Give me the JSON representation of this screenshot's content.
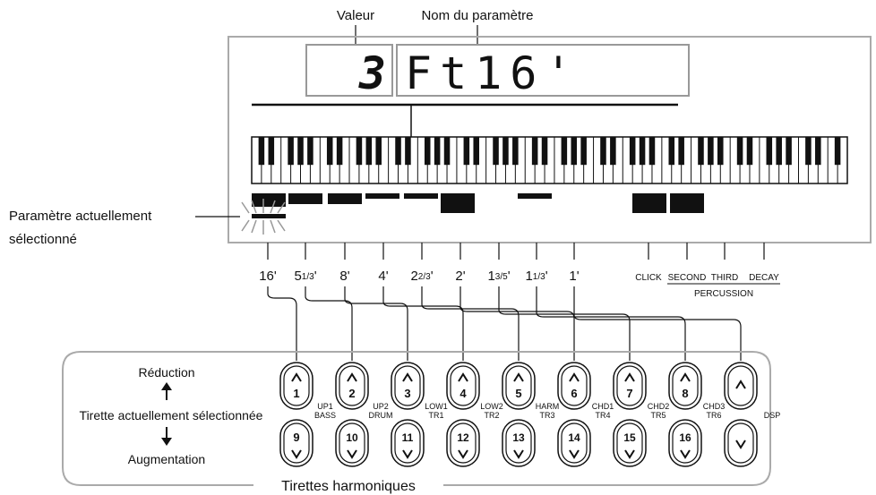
{
  "callouts": {
    "value": "Valeur",
    "param_name": "Nom du paramètre",
    "selected_param_line1": "Paramètre actuellement",
    "selected_param_line2": "sélectionné"
  },
  "display": {
    "value": "3",
    "name": "Ft16'"
  },
  "footages": [
    {
      "base": "16'",
      "sup": "",
      "rest": ""
    },
    {
      "base": "5",
      "sup": "1/3",
      "rest": "'"
    },
    {
      "base": "8'",
      "sup": "",
      "rest": ""
    },
    {
      "base": "4'",
      "sup": "",
      "rest": ""
    },
    {
      "base": "2",
      "sup": "2/3",
      "rest": "'"
    },
    {
      "base": "2'",
      "sup": "",
      "rest": ""
    },
    {
      "base": "1",
      "sup": "3/5",
      "rest": "'"
    },
    {
      "base": "1",
      "sup": "1/3",
      "rest": "'"
    },
    {
      "base": "1'",
      "sup": "",
      "rest": ""
    }
  ],
  "percussion": {
    "items": [
      "CLICK",
      "SECOND",
      "THIRD",
      "DECAY"
    ],
    "group": "PERCUSSION"
  },
  "controls": {
    "reduction": "Réduction",
    "current": "Tirette actuellement sélectionnée",
    "increase": "Augmentation",
    "title": "Tirettes harmoniques"
  },
  "buttons_top": [
    "1",
    "2",
    "3",
    "4",
    "5",
    "6",
    "7",
    "8",
    ""
  ],
  "buttons_bottom": [
    "9",
    "10",
    "11",
    "12",
    "13",
    "14",
    "15",
    "16",
    ""
  ],
  "button_labels": [
    [
      "UP1",
      "BASS"
    ],
    [
      "UP2",
      "DRUM"
    ],
    [
      "LOW1",
      "TR1"
    ],
    [
      "LOW2",
      "TR2"
    ],
    [
      "HARM",
      "TR3"
    ],
    [
      "CHD1",
      "TR4"
    ],
    [
      "CHD2",
      "TR5"
    ],
    [
      "CHD3",
      "TR6"
    ],
    [
      "DSP",
      ""
    ]
  ]
}
